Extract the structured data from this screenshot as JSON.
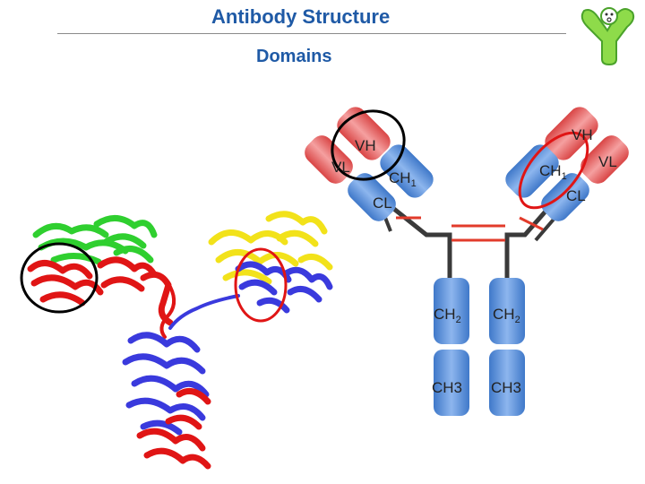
{
  "header": {
    "title": "Antibody Structure",
    "subtitle": "Domains"
  },
  "logo": {
    "icon": "y-figure-logo-icon"
  },
  "diagram": {
    "labels": {
      "vh_left": "VH",
      "vl_left": "VL",
      "ch1_left": "CH",
      "ch1_left_sub": "1",
      "cl_left": "CL",
      "vh_right": "VH",
      "vl_right": "VL",
      "ch1_right": "CH",
      "ch1_right_sub": "1",
      "cl_right": "CL",
      "ch2_left": "CH",
      "ch2_left_sub": "2",
      "ch2_right": "CH",
      "ch2_right_sub": "2",
      "ch3_left": "CH3",
      "ch3_right": "CH3"
    },
    "colors": {
      "heavy_chain": "#5b8fd6",
      "variable_domain": "#e35b5b",
      "disulfide": "#e23b2b",
      "linker": "#3a3a3a",
      "protein_green": "#2fcf2f",
      "protein_red": "#e01515",
      "protein_yellow": "#f2e21a",
      "protein_blue": "#3a3add",
      "circle_black": "#000000",
      "circle_red": "#e01515"
    }
  }
}
